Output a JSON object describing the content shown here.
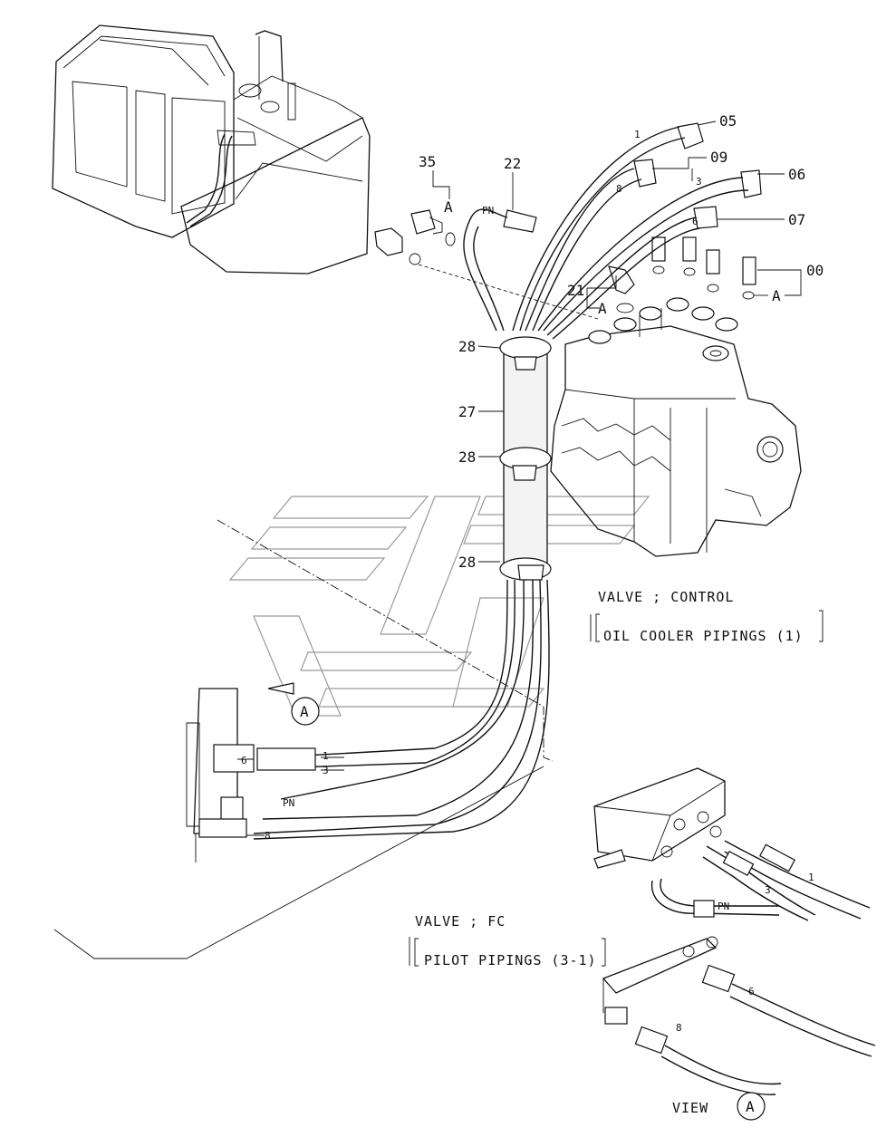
{
  "part_numbers": {
    "p05": "05",
    "p09": "09",
    "p06": "06",
    "p07": "07",
    "p00": "00",
    "p35": "35",
    "p22": "22",
    "p21": "21",
    "p28a": "28",
    "p27": "27",
    "p28b": "28",
    "p28c": "28"
  },
  "ref_marks": {
    "a1": "A",
    "a2": "A",
    "a3": "A"
  },
  "hose_tags": {
    "h1": "1",
    "h8": "8",
    "h3": "3",
    "h6": "6",
    "pn_top": "PN",
    "l1": "1",
    "l3": "3",
    "l6": "6",
    "lpn": "PN",
    "l8": "8",
    "r1": "1",
    "r3": "3",
    "rpn": "PN",
    "r6": "6",
    "r8": "8"
  },
  "notes": {
    "control_valve_title": "VALVE ; CONTROL",
    "control_valve_ref": "OIL  COOLER  PIPINGS (1)",
    "fc_valve_title": "VALVE ; FC",
    "fc_valve_ref": "PILOT  PIPINGS (3-1)",
    "view_label": "VIEW",
    "view_letter": "A",
    "arrow_letter": "A"
  },
  "colors": {
    "line": "#111111",
    "watermark": "#9a9a9a",
    "background": "#ffffff"
  }
}
